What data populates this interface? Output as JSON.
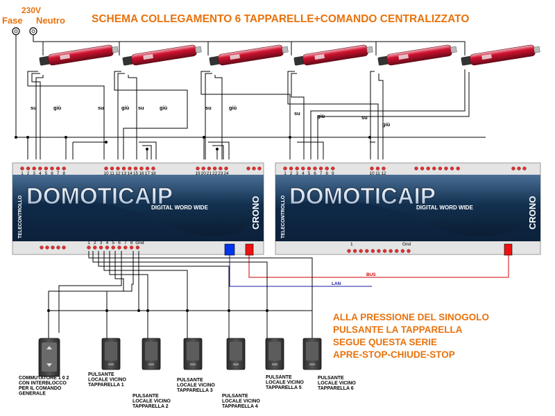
{
  "title": "SCHEMA COLLEGAMENTO 6 TAPPARELLE+COMANDO CENTRALIZZATO",
  "power": {
    "voltage": "230V",
    "phase": "Fase",
    "neutral": "Neutro"
  },
  "wire_labels": {
    "up": "su",
    "down": "giù"
  },
  "module": {
    "brand": "DOMOTICAIP",
    "tagline": "DIGITAL WORD WIDE",
    "side_left": "TELECONTROLLO",
    "side_right": "CRONO",
    "input_pins": [
      "1",
      "2",
      "3",
      "4",
      "5",
      "6",
      "7",
      "8",
      "Gnd"
    ],
    "left_pins_1": [
      "1",
      "2",
      "3",
      "4",
      "5",
      "6",
      "7",
      "8"
    ],
    "left_pins_2": [
      "10",
      "11",
      "12",
      "13",
      "14",
      "15",
      "16",
      "17",
      "18"
    ],
    "left_pins_3": [
      "19",
      "20",
      "21",
      "22",
      "23",
      "24"
    ],
    "right_pins_1": [
      "1",
      "2",
      "3",
      "4",
      "5",
      "6",
      "7",
      "8",
      "9"
    ],
    "right_pins_2": [
      "10",
      "11",
      "12"
    ],
    "right_input_first": "1",
    "right_input_gnd": "Gnd"
  },
  "bus_label": "BUS",
  "lan_label": "LAN",
  "note_lines": [
    "ALLA PRESSIONE DEL SINOGOLO",
    "PULSANTE LA TAPPARELLA",
    "SEGUE QUESTA SERIE",
    "APRE-STOP-CHIUDE-STOP"
  ],
  "switches": [
    {
      "lines": [
        "COMMUTATORE 1 0 2",
        "CON INTERBLOCCO",
        "PER IL COMANDO",
        "GENERALE"
      ]
    },
    {
      "lines": [
        "PULSANTE",
        "LOCALE VICINO",
        "TAPPARELLA 1"
      ]
    },
    {
      "lines": [
        "PULSANTE",
        "LOCALE VICINO",
        "TAPPARELLA 2"
      ]
    },
    {
      "lines": [
        "PULSANTE",
        "LOCALE VICINO",
        "TAPPARELLA 3"
      ]
    },
    {
      "lines": [
        "PULSANTE",
        "LOCALE VICINO",
        "TAPPARELLA 4"
      ]
    },
    {
      "lines": [
        "PULSANTE",
        "LOCALE VICINO",
        "TAPPARELLA 5"
      ]
    },
    {
      "lines": [
        "PULSANTE",
        "LOCALE VICINO",
        "TAPPARELLA 6"
      ]
    }
  ],
  "colors": {
    "accent": "#e8720c",
    "bus": "#cc0000",
    "lan": "#1a1aa0",
    "motor": "#c8102e"
  }
}
